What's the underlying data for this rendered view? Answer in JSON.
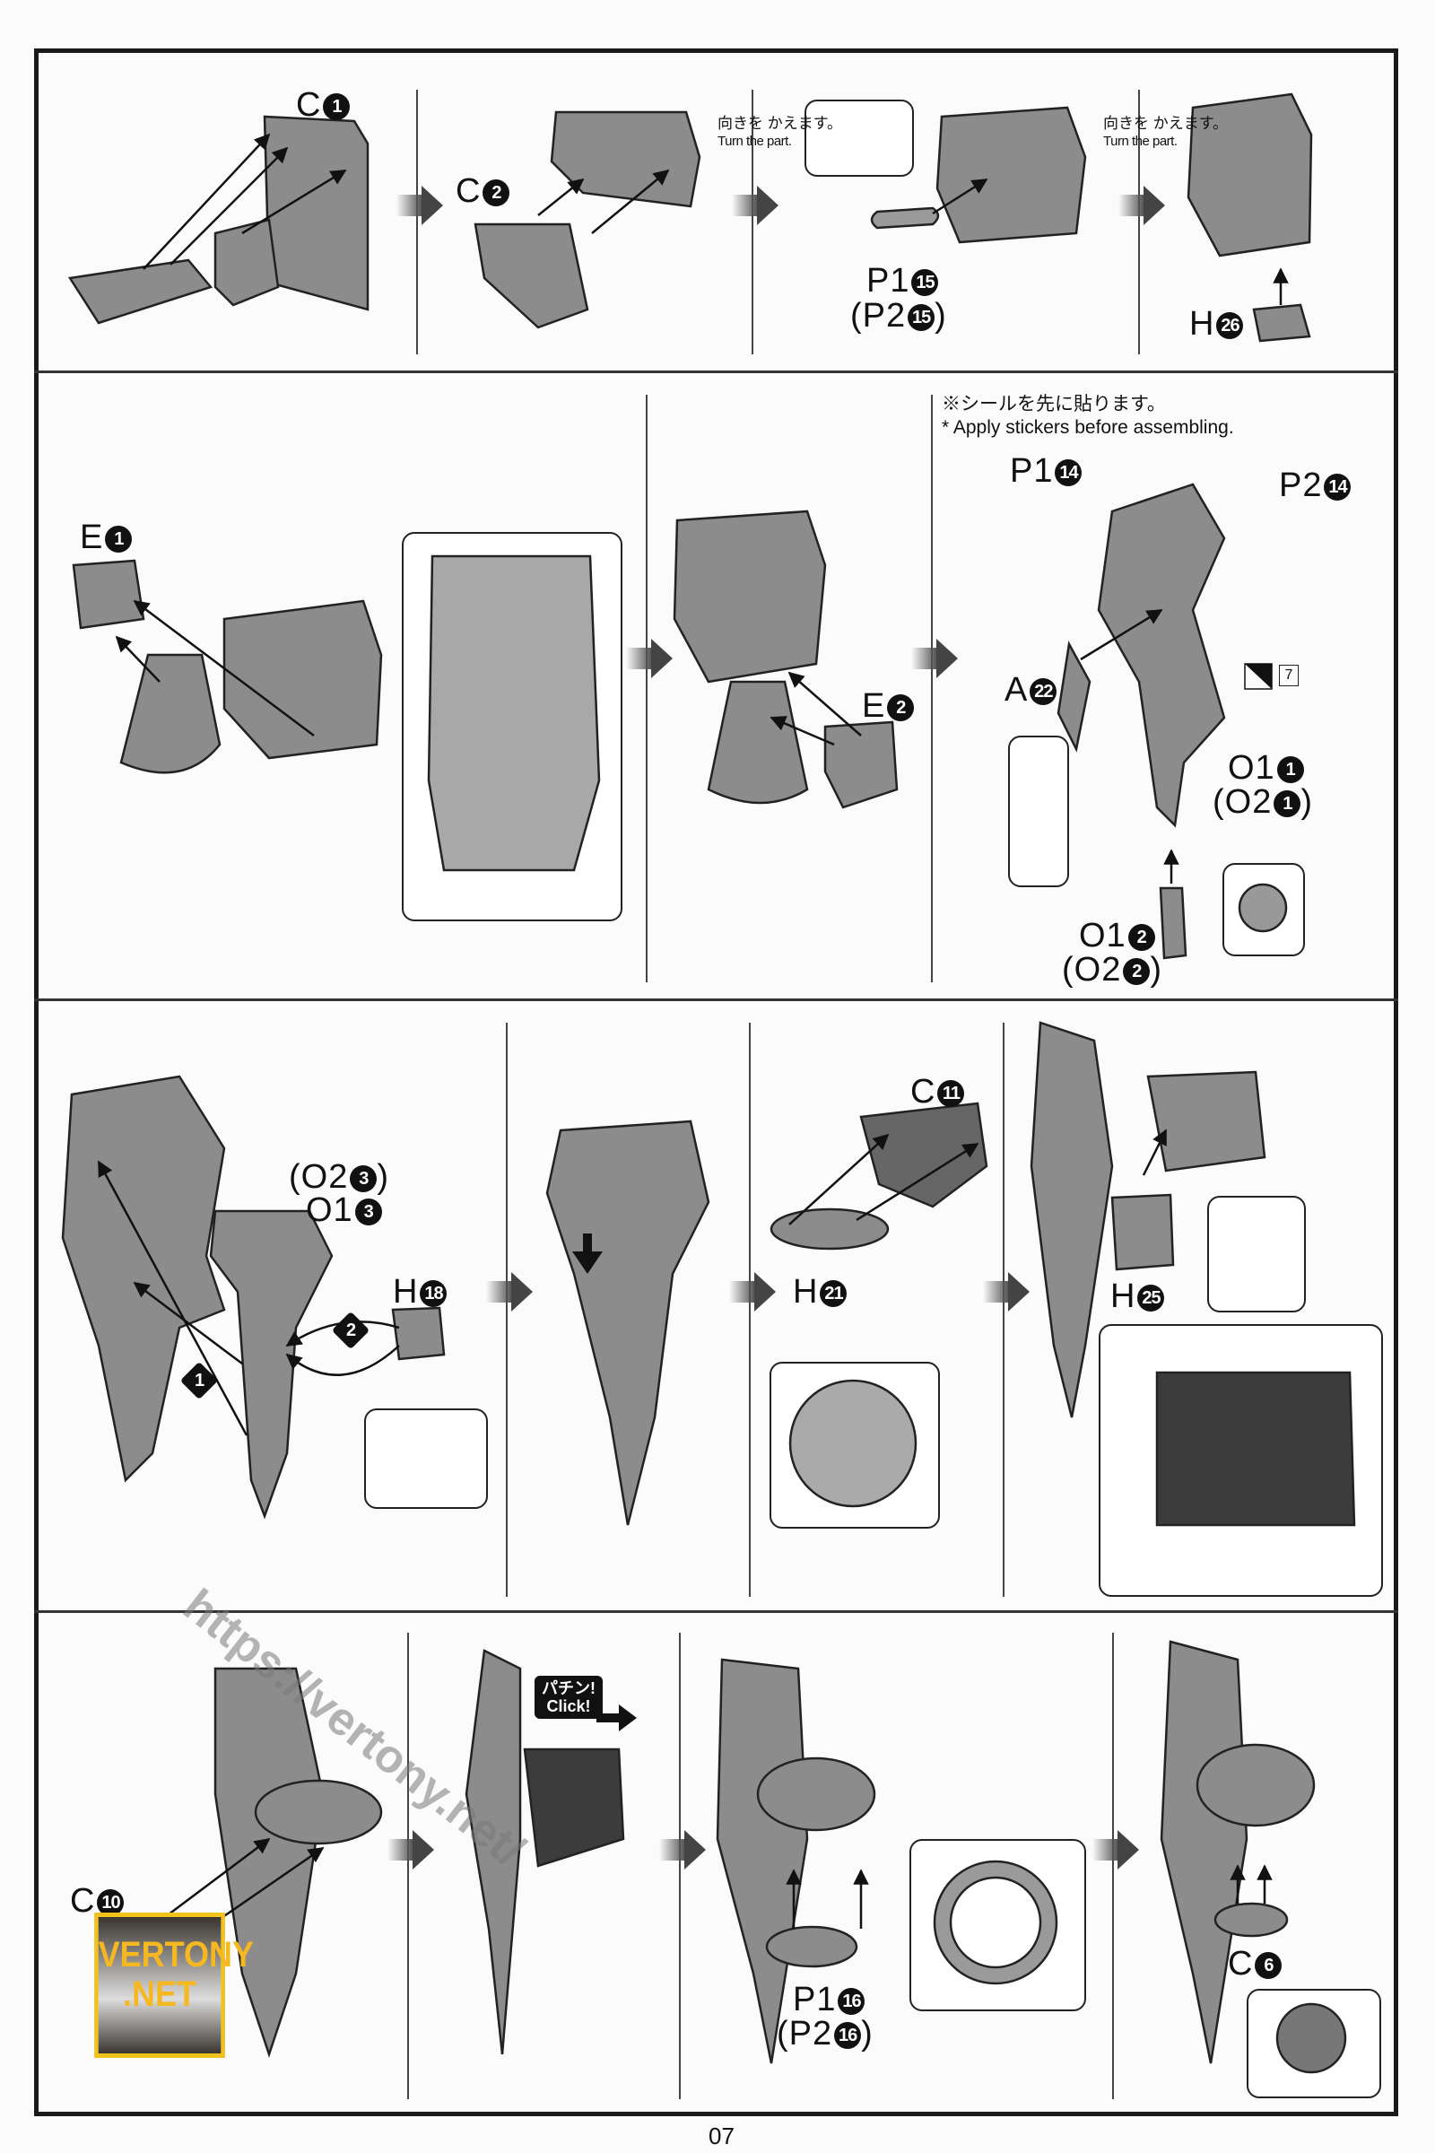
{
  "page_number": "07",
  "turn_note": {
    "ja": "向きを かえます。",
    "en": "Turn the part."
  },
  "sticker_note": {
    "ja": "※シールを先に貼ります。",
    "en": "* Apply stickers before assembling."
  },
  "click_callout": {
    "ja": "パチン!",
    "en": "Click!"
  },
  "sticker_number": "7",
  "parts": {
    "c1": {
      "letter": "C",
      "num": "1"
    },
    "c2": {
      "letter": "C",
      "num": "2"
    },
    "p1_15": {
      "letter": "P1",
      "num": "15"
    },
    "p2_15": {
      "letter": "(P2",
      "num": "15",
      "close": ")"
    },
    "h26": {
      "letter": "H",
      "num": "26"
    },
    "e1": {
      "letter": "E",
      "num": "1"
    },
    "e2": {
      "letter": "E",
      "num": "2"
    },
    "p1_14": {
      "letter": "P1",
      "num": "14"
    },
    "p2_14": {
      "letter": "P2",
      "num": "14"
    },
    "a22": {
      "letter": "A",
      "num": "22"
    },
    "o1_1": {
      "letter": "O1",
      "num": "1"
    },
    "o2_1": {
      "letter": "(O2",
      "num": "1",
      "close": ")"
    },
    "o1_2": {
      "letter": "O1",
      "num": "2"
    },
    "o2_2": {
      "letter": "(O2",
      "num": "2",
      "close": ")"
    },
    "o2_3": {
      "letter": "(O2",
      "num": "3",
      "close": ")"
    },
    "o1_3": {
      "letter": "O1",
      "num": "3"
    },
    "h18": {
      "letter": "H",
      "num": "18"
    },
    "c11": {
      "letter": "C",
      "num": "11"
    },
    "h21": {
      "letter": "H",
      "num": "21"
    },
    "h25": {
      "letter": "H",
      "num": "25"
    },
    "c10": {
      "letter": "C",
      "num": "10"
    },
    "p1_16": {
      "letter": "P1",
      "num": "16"
    },
    "p2_16": {
      "letter": "(P2",
      "num": "16",
      "close": ")"
    },
    "c6": {
      "letter": "C",
      "num": "6"
    }
  },
  "step_markers": {
    "first": "1",
    "second": "2"
  },
  "watermark": {
    "url": "https://vertony.net/",
    "logo_line1": "VERTONY",
    "logo_line2": ".NET"
  },
  "colors": {
    "part_gray": "#8c8c8c",
    "dark_part": "#3c3c3c",
    "logo_gold": "#f2c21c"
  }
}
